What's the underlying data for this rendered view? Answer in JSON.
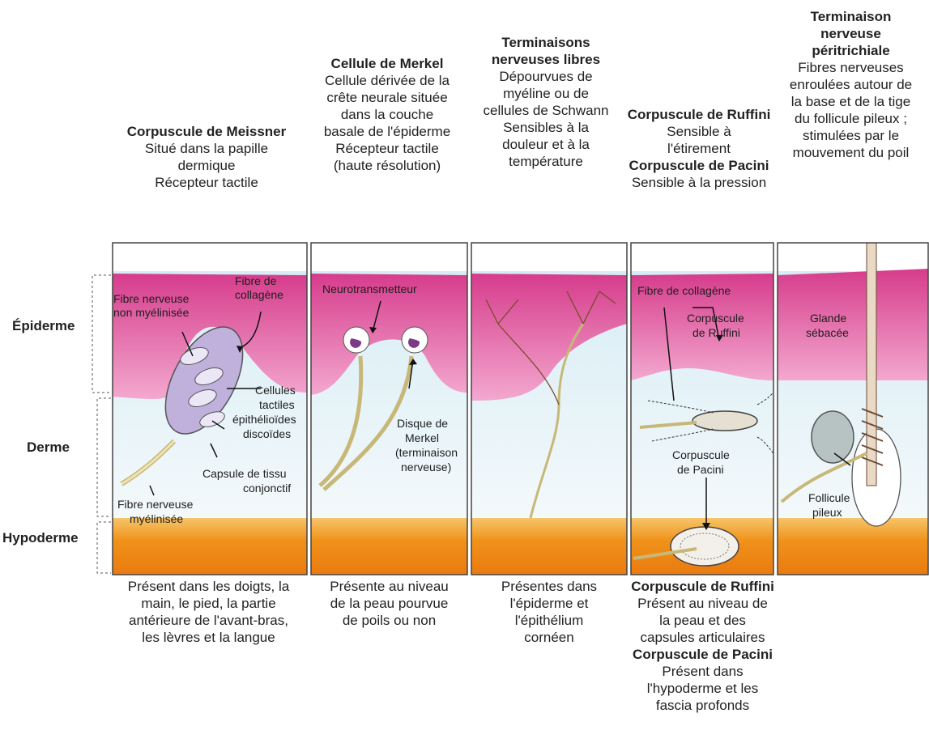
{
  "headers": [
    {
      "title": "Corpuscule de Meissner",
      "lines": [
        "Situé dans la papille",
        "dermique",
        "Récepteur tactile"
      ]
    },
    {
      "title": "Cellule de Merkel",
      "lines": [
        "Cellule dérivée de la",
        "crête neurale située",
        "dans la couche",
        "basale de l'épiderme",
        "Récepteur tactile",
        "(haute résolution)"
      ]
    },
    {
      "title": "Terminaisons nerveuses libres",
      "lines": [
        "Dépourvues de",
        "myéline ou de",
        "cellules de Schwann",
        "Sensibles à la",
        "douleur et à la",
        "température"
      ]
    },
    {
      "title": "Corpuscule de Ruffini",
      "lines": [
        "Sensible à",
        "l'étirement"
      ],
      "title2": "Corpuscule de Pacini",
      "lines2": [
        "Sensible à la pression"
      ]
    },
    {
      "title": "Terminaison nerveuse péritrichiale",
      "lines": [
        "Fibres nerveuses",
        "enroulées autour de",
        "la base et de la tige",
        "du follicule pileux ;",
        "stimulées par le",
        "mouvement du poil"
      ]
    }
  ],
  "layers": {
    "epiderme": "Épiderme",
    "derme": "Derme",
    "hypoderme": "Hypoderme"
  },
  "labels": {
    "p1_fibre_nm": [
      "Fibre nerveuse",
      "non myélinisée"
    ],
    "p1_fibre_col": [
      "Fibre de",
      "collagène"
    ],
    "p1_cellules": [
      "Cellules",
      "tactiles",
      "épithélioïdes",
      "discoïdes"
    ],
    "p1_capsule": [
      "Capsule de tissu",
      "conjonctif"
    ],
    "p1_fibre_m": [
      "Fibre nerveuse",
      "myélinisée"
    ],
    "p2_neuro": "Neurotransmetteur",
    "p2_disque": [
      "Disque de",
      "Merkel",
      "(terminaison",
      "nerveuse)"
    ],
    "p4_fibre_col": "Fibre de collagène",
    "p4_ruffini": [
      "Corpuscule",
      "de Ruffini"
    ],
    "p4_pacini": [
      "Corpuscule",
      "de Pacini"
    ],
    "p5_glande": [
      "Glande",
      "sébacée"
    ],
    "p5_follicule": [
      "Follicule",
      "pileux"
    ]
  },
  "footers": [
    {
      "lines": [
        "Présent dans les doigts, la",
        "main, le pied, la partie",
        "antérieure de l'avant-bras,",
        "les lèvres et la langue"
      ]
    },
    {
      "lines": [
        "Présente au niveau",
        "de la peau pourvue",
        "de poils ou non"
      ]
    },
    {
      "lines": [
        "Présentes dans",
        "l'épiderme et",
        "l'épithélium",
        "cornéen"
      ]
    },
    {
      "title": "Corpuscule de Ruffini",
      "lines": [
        "Présent au niveau de",
        "la peau et des",
        "capsules articulaires"
      ],
      "title2": "Corpuscule de Pacini",
      "lines2": [
        "Présent dans",
        "l'hypoderme et les",
        "fascia profonds"
      ]
    }
  ],
  "colors": {
    "epidermis": "#e0559f",
    "dermis": "#dff0f6",
    "hypodermis": "#f0921a",
    "nerve": "#d8c98a",
    "capsule": "#b9a8d6",
    "gland": "#b8c4c4"
  }
}
